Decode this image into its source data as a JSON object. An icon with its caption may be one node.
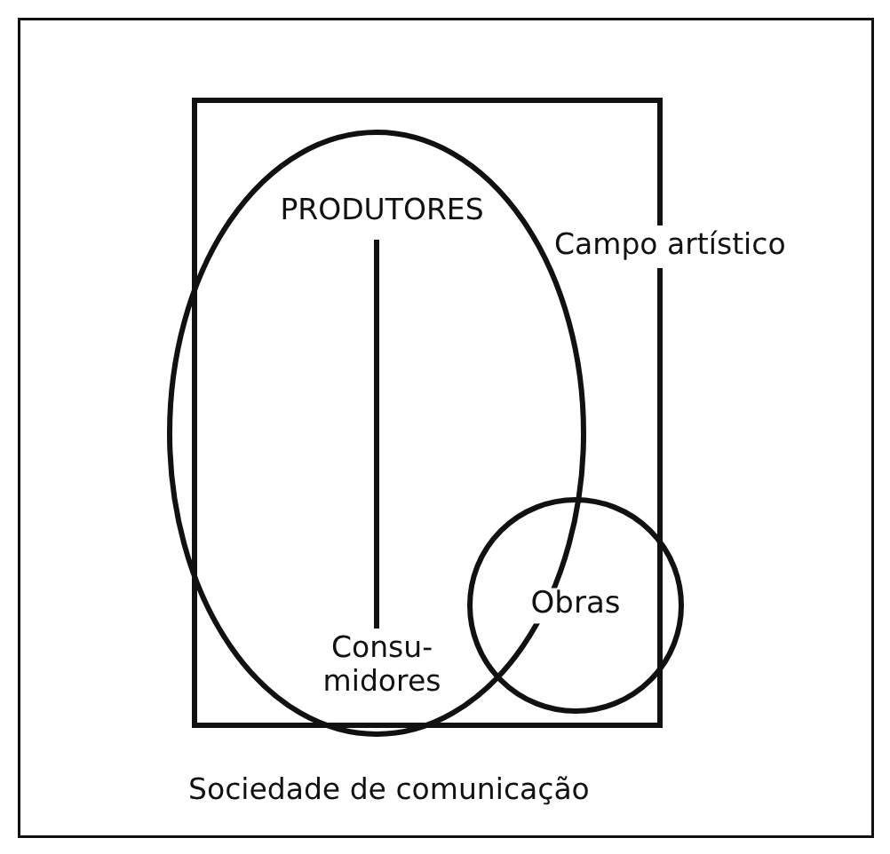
{
  "diagram": {
    "nodes": [
      {
        "text": [
          "Sociedade de comunicação"
        ]
      },
      {
        "text": [
          "Campo artístico"
        ],
        "in": 0
      },
      {
        "text": [],
        "shape": "ellipse",
        "in": 1
      },
      {
        "text": [
          "PRODUTORES"
        ],
        "in": 2
      },
      {
        "text": [
          "Consu- midores"
        ],
        "in": 2
      },
      {
        "text": [
          "Obras"
        ],
        "in": 1
      }
    ],
    "edges": [
      {
        "from": 3,
        "to": 4,
        "arrow": "none"
      }
    ]
  }
}
